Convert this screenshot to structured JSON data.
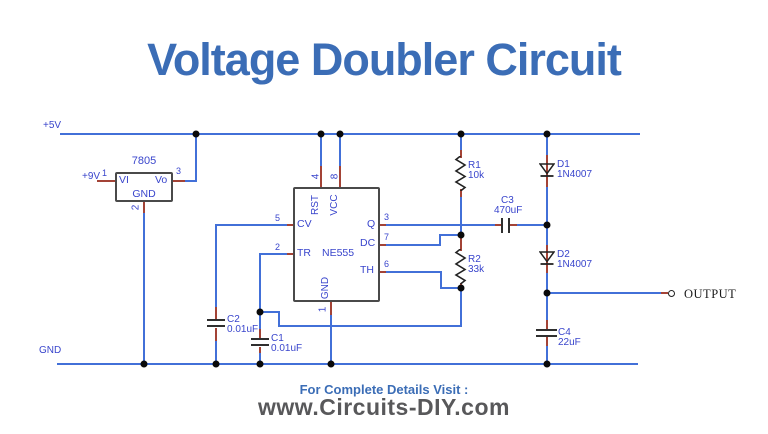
{
  "title": "Voltage Doubler Circuit",
  "rails": {
    "vcc": "+5V",
    "vin": "+9V",
    "gnd": "GND"
  },
  "regulator": {
    "part": "7805",
    "vi": "VI",
    "vo": "Vo",
    "gnd": "GND",
    "pin_vi": "1",
    "pin_gnd": "2",
    "pin_vo": "3"
  },
  "timer": {
    "part": "NE555",
    "cv": "CV",
    "tr": "TR",
    "q": "Q",
    "dc": "DC",
    "th": "TH",
    "rst": "RST",
    "vcc": "VCC",
    "gnd": "GND",
    "pin_cv": "5",
    "pin_tr": "2",
    "pin_q": "3",
    "pin_dc": "7",
    "pin_th": "6",
    "pin_rst": "4",
    "pin_vcc": "8",
    "pin_gnd": "1"
  },
  "components": {
    "r1": {
      "ref": "R1",
      "value": "10k"
    },
    "r2": {
      "ref": "R2",
      "value": "33k"
    },
    "c1": {
      "ref": "C1",
      "value": "0.01uF"
    },
    "c2": {
      "ref": "C2",
      "value": "0.01uF"
    },
    "c3": {
      "ref": "C3",
      "value": "470uF"
    },
    "c4": {
      "ref": "C4",
      "value": "22uF"
    },
    "d1": {
      "ref": "D1",
      "value": "1N4007"
    },
    "d2": {
      "ref": "D2",
      "value": "1N4007"
    }
  },
  "output_label": "OUTPUT",
  "footer": {
    "line1": "For Complete Details Visit :",
    "line2": "www.Circuits-DIY.com"
  },
  "colors": {
    "wire": "#4270d8",
    "pin_lead": "#a34336",
    "label": "#3945cc",
    "title": "#3b6db6",
    "footer_text": "#3b6db6",
    "footer_site": "#58585a",
    "symbol": "#222222"
  }
}
